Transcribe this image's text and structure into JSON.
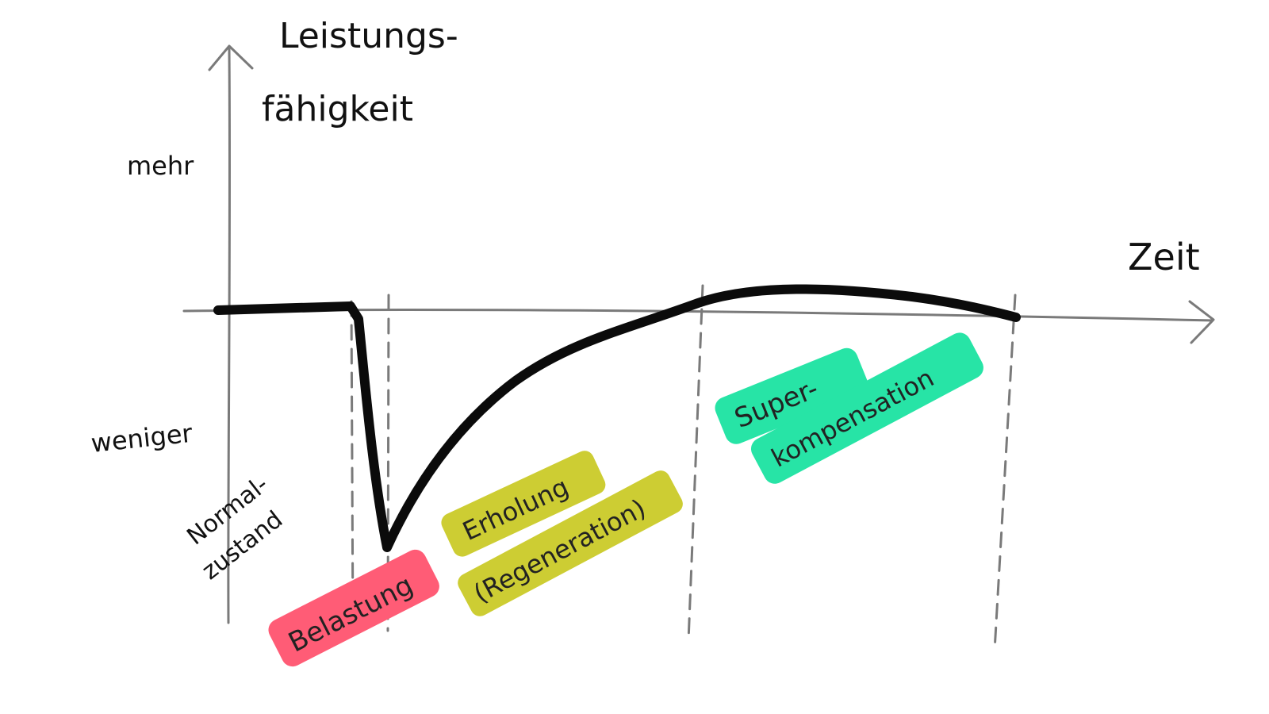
{
  "axes": {
    "y_title_line1": "Leistungs-",
    "y_title_line2": "fähigkeit",
    "y_high": "mehr",
    "y_low": "weniger",
    "baseline_line1": "Normal-",
    "baseline_line2": "zustand",
    "x_title": "Zeit"
  },
  "phases": {
    "load": "Belastung",
    "recovery_line1": "Erholung",
    "recovery_line2": "(Regeneration)",
    "super_line1": "Super-",
    "super_line2": "kompensation"
  },
  "colors": {
    "load": "#ff5c76",
    "recovery": "#cdcd33",
    "super": "#27e4a6",
    "curve": "#0b0b0b",
    "axis": "#7a7a7a"
  }
}
